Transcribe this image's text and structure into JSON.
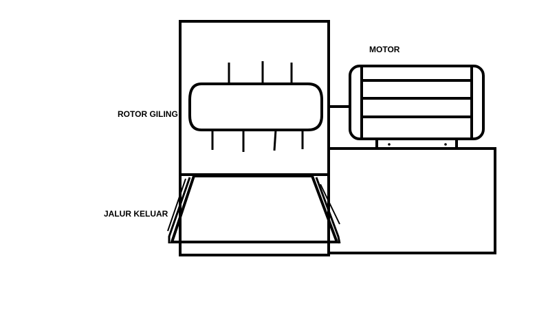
{
  "labels": {
    "motor": "MOTOR",
    "rotor": "ROTOR GILING",
    "outlet": "JALUR KELUAR"
  },
  "colors": {
    "background": "#ffffff",
    "stroke": "#000000"
  }
}
